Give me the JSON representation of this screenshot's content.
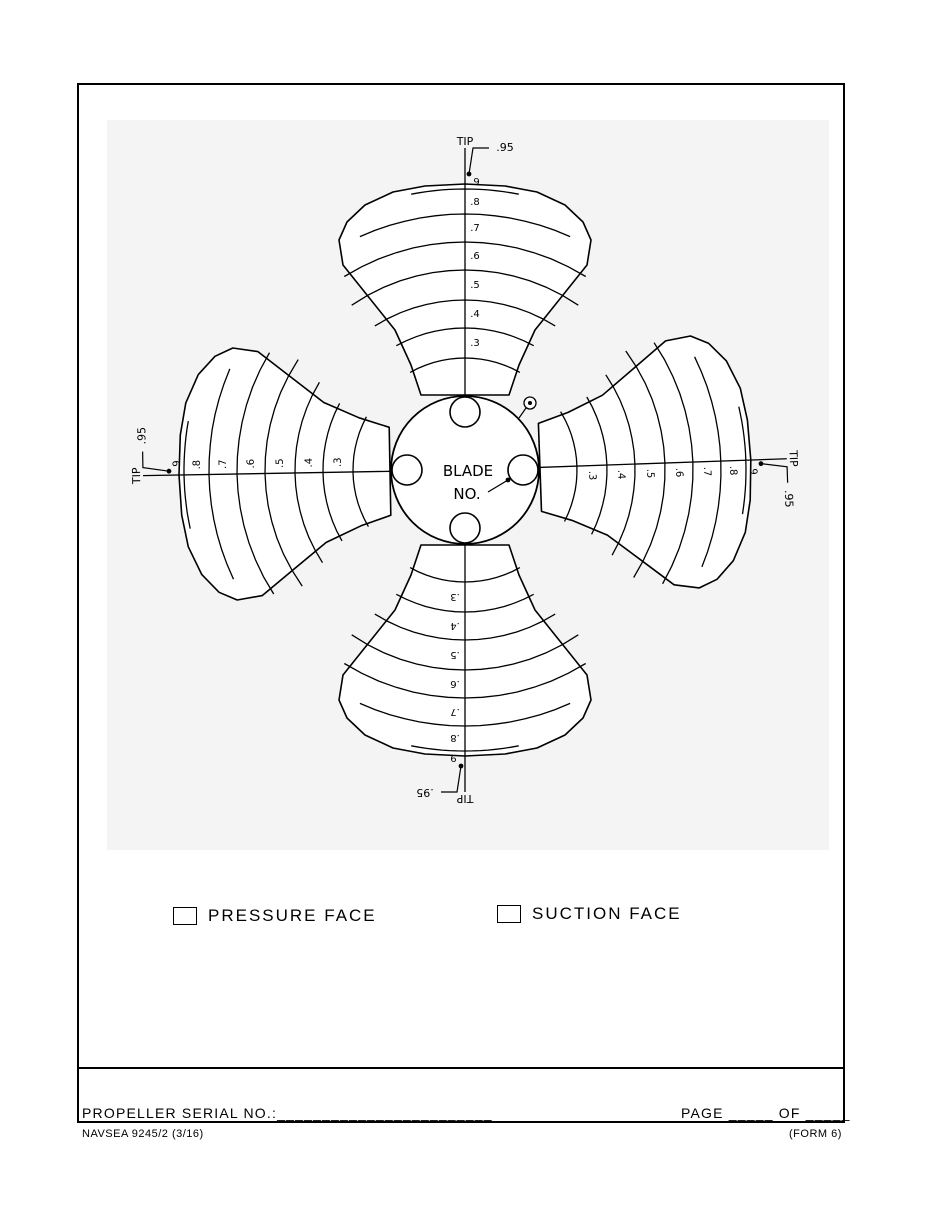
{
  "diagram": {
    "radial_labels": [
      ".3",
      ".4",
      ".5",
      ".6",
      ".7",
      ".8",
      ".9"
    ],
    "tip_label": "TIP",
    "tip_fraction_label": ".95",
    "hub_label_line1": "BLADE",
    "hub_label_line2": "NO."
  },
  "faces": {
    "pressure_label": "PRESSURE FACE",
    "suction_label": "SUCTION FACE"
  },
  "footer": {
    "serial_label": "PROPELLER SERIAL NO.:________________________",
    "page_label": "PAGE _____ OF _____",
    "form_number": "NAVSEA 9245/2 (3/16)",
    "form_tag": "(FORM 6)"
  }
}
